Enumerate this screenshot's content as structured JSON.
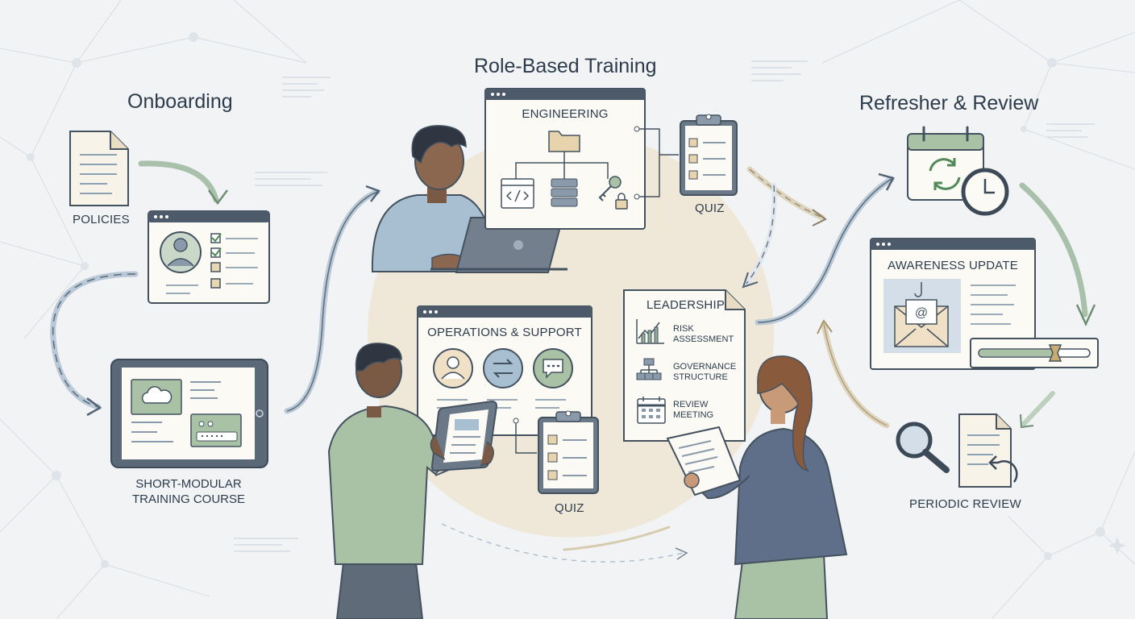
{
  "sections": {
    "onboarding": "Onboarding",
    "role_based": "Role-Based Training",
    "refresher": "Refresher & Review"
  },
  "onboarding": {
    "policies": "POLICIES",
    "course": "SHORT-MODULAR TRAINING COURSE"
  },
  "role_based": {
    "engineering": "ENGINEERING",
    "quiz_top": "QUIZ",
    "operations": "OPERATIONS & SUPPORT",
    "quiz_bottom": "QUIZ",
    "leadership": {
      "title": "LEADERSHIP",
      "items": [
        "RISK ASSESSMENT",
        "GOVERNANCE STRUCTURE",
        "REVIEW MEETING"
      ]
    }
  },
  "refresher": {
    "awareness_update": "AWARENESS UPDATE",
    "periodic_review": "PERIODIC REVIEW"
  },
  "colors": {
    "navy": "#3c4b5c",
    "sage": "#8fae94",
    "blue_gray": "#8aa3b8",
    "tan_circle": "#efe5d2",
    "paper": "#fbfaf5",
    "folder": "#e8d4ac"
  }
}
